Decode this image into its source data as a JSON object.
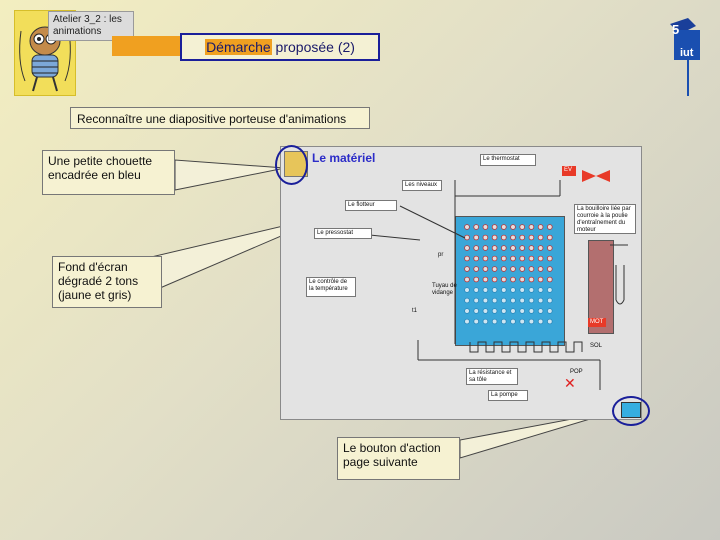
{
  "header": {
    "atelier_text": "Atelier 3_2 : les animations",
    "title_highlight": "Démarche",
    "title_rest": " proposée (2)",
    "page_number": "5",
    "logo_text": "iut"
  },
  "subtitle": "Reconnaître une diapositive porteuse d'animations",
  "callouts": {
    "owl": "Une petite chouette encadrée en bleu",
    "background": "Fond d'écran dégradé 2 tons (jaune et gris)",
    "button": "Le bouton d'action page suivante"
  },
  "slide": {
    "title": "Le matériel",
    "labels": {
      "thermo": "Le thermostat",
      "ev": "EV",
      "levels": "Les niveaux",
      "flotteur": "Le flotteur",
      "bouilloire": "La bouilloire liée par courroie à la poulie d'entraînement du moteur",
      "pressostat": "Le pressostat",
      "pr": "pr",
      "controle": "Le contrôle de la température",
      "vidange": "Tuyau de vidange",
      "t1": "t1",
      "mot": "MOT",
      "sol": "SOL",
      "resistance": "La résistance et sa tôle",
      "pompe": "La pompe",
      "pmp": "POP"
    }
  },
  "colors": {
    "frame_blue": "#1a1f9a",
    "accent_orange": "#f0a020",
    "slide_title_blue": "#2c2cc8",
    "tank_blue": "#3aa6d8",
    "alert_red": "#e83a28"
  },
  "icons": {
    "mascot": "owl-mascot-icon",
    "logo": "iut-logo-icon",
    "next": "next-page-button-icon"
  }
}
